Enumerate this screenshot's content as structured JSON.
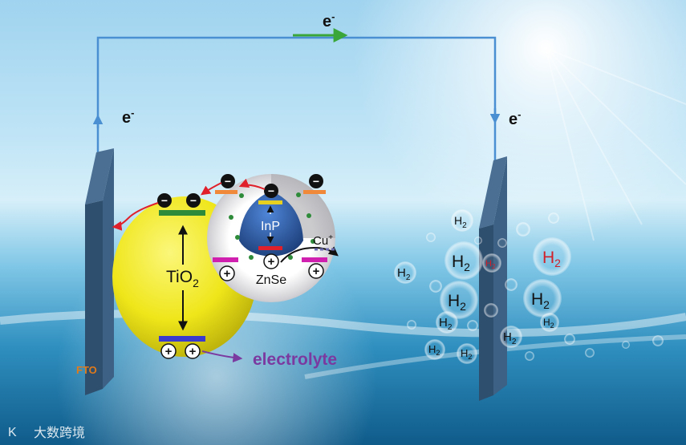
{
  "labels": {
    "electron_top": "e",
    "electron_left": "e",
    "electron_right": "e",
    "electron_sup": "-",
    "tio2_base": "TiO",
    "tio2_sub": "2",
    "inp": "InP",
    "znse": "ZnSe",
    "cu_base": "Cu",
    "cu_sup": "+",
    "electrolyte": "electrolyte",
    "fto": "FTO",
    "h2_base": "H",
    "h2_sub": "2",
    "minus": "−",
    "plus": "+",
    "watermark": "大数跨境"
  },
  "colors": {
    "wire": "#4a8fd1",
    "tio2": "#f0ea1a",
    "inp": "#2f5fae",
    "znse_shell": "#c8c8cc",
    "electrolyte_text": "#7b3aa0",
    "fto_text": "#e07a1a",
    "electrode": "#2f4f6f",
    "h2_red": "#d0202a",
    "band_green": "#2e8b3a",
    "band_blue": "#3a3acf",
    "band_orange": "#f08a3a",
    "band_magenta": "#d020b0",
    "band_red": "#e0202a",
    "band_yellow": "#e8d020"
  },
  "h2_bubbles": [
    {
      "size": "small",
      "color": "black"
    },
    {
      "size": "large",
      "color": "black"
    },
    {
      "size": "small",
      "color": "red"
    },
    {
      "size": "large",
      "color": "red"
    },
    {
      "size": "small",
      "color": "black"
    },
    {
      "size": "large",
      "color": "black"
    },
    {
      "size": "large",
      "color": "black"
    },
    {
      "size": "small",
      "color": "black"
    },
    {
      "size": "small",
      "color": "black"
    },
    {
      "size": "small",
      "color": "black"
    },
    {
      "size": "small",
      "color": "black"
    },
    {
      "size": "small",
      "color": "black"
    }
  ]
}
